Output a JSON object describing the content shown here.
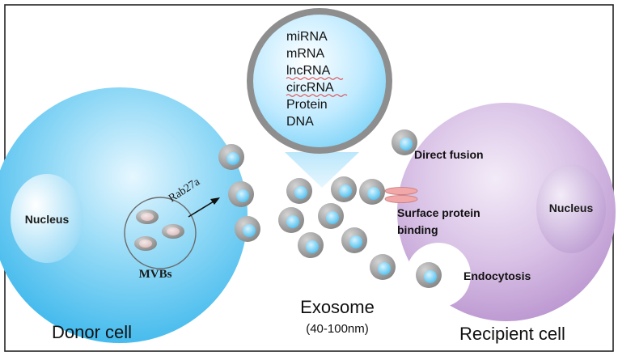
{
  "contents": {
    "items": [
      "miRNA",
      "mRNA",
      "lncRNA",
      "circRNA",
      "Protein",
      "DNA"
    ]
  },
  "donor": {
    "nucleus_label": "Nucleus",
    "mvbs_label": "MVBs",
    "rab_label": "Rab27a",
    "cell_label": "Donor cell"
  },
  "exosome": {
    "label": "Exosome",
    "size_label": "(40-100nm)"
  },
  "recipient": {
    "nucleus_label": "Nucleus",
    "direct_fusion_label": "Direct fusion",
    "surface_binding_label_1": "Surface protein",
    "surface_binding_label_2": "binding",
    "endocytosis_label": "Endocytosis",
    "cell_label": "Recipient cell"
  },
  "colors": {
    "donor_cell": "#5cc3ee",
    "recipient_cell": "#c9a7d8",
    "exosome_shell": "#9a9a9a",
    "exosome_core": "#5ec8f0",
    "pink_receptor": "#f2a8a8"
  }
}
